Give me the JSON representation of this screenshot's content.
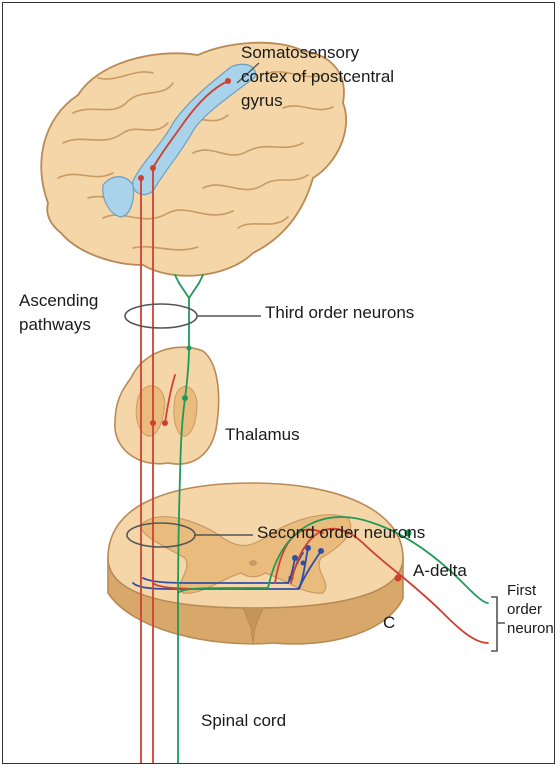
{
  "labels": {
    "cortex": [
      "Somatosensory",
      "cortex of postcentral",
      "gyrus"
    ],
    "ascending": [
      "Ascending",
      "pathways"
    ],
    "third_order": "Third order neurons",
    "thalamus": "Thalamus",
    "second_order": "Second order neurons",
    "a_delta": "A-delta",
    "c_fiber": "C",
    "first_order": [
      "First",
      "order",
      "neurons"
    ],
    "spinal_cord": "Spinal cord"
  },
  "colors": {
    "red_pathway": "#d0402f",
    "green_pathway": "#1f9a59",
    "blue_neurons": "#2f4fa6",
    "cortex_highlight": "#a9d3ea",
    "tissue": "#f4d6a8",
    "tissue_outline": "#b98a55",
    "grey_matter": "#e9bc7d"
  }
}
